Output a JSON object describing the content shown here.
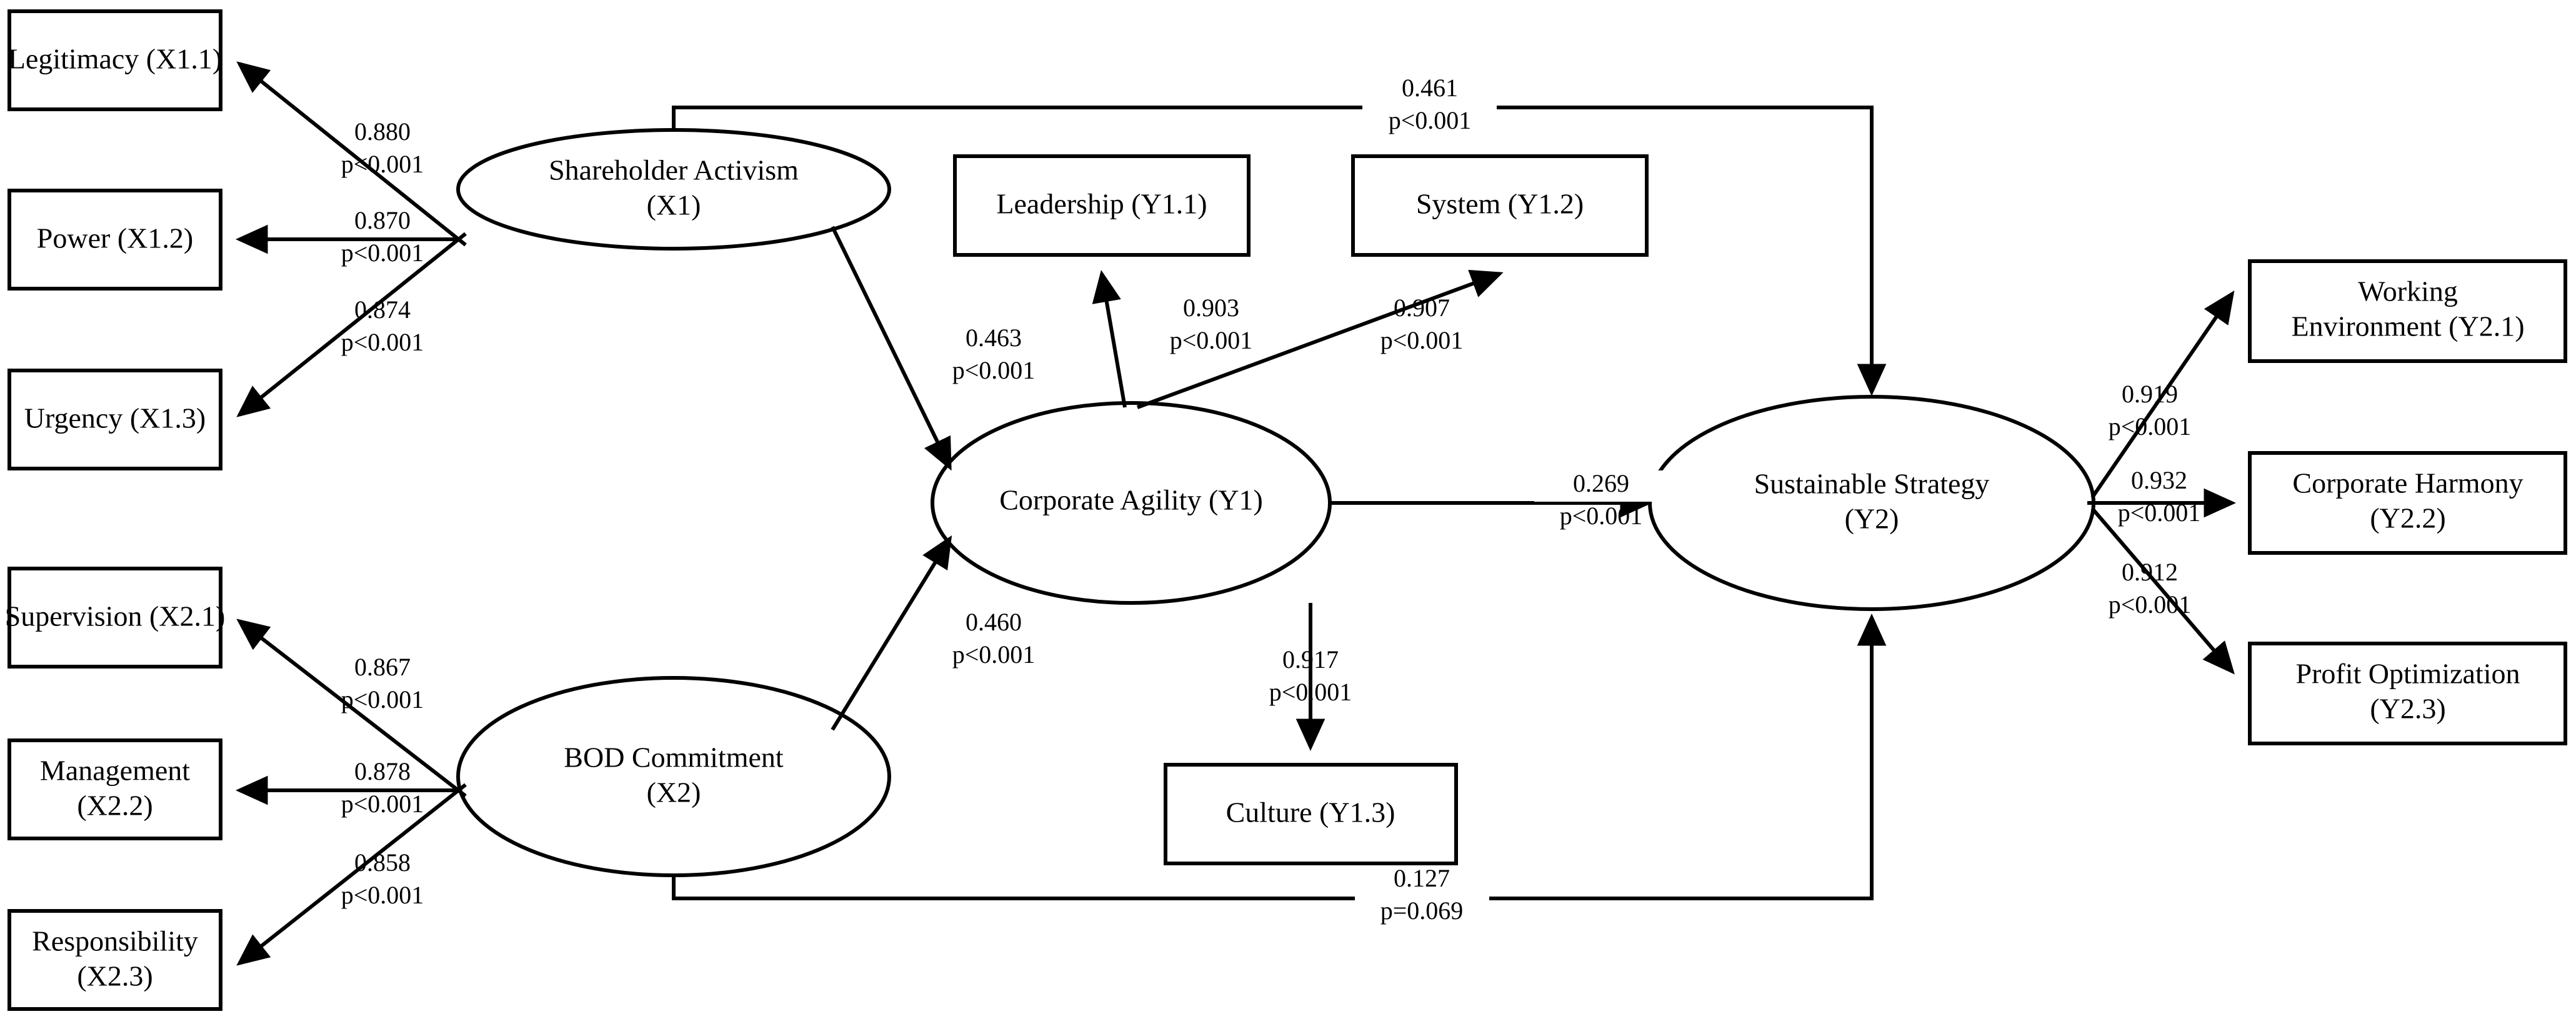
{
  "diagram": {
    "type": "sem-path-diagram",
    "title": "",
    "colors": {
      "stroke": "#000000",
      "fill": "#ffffff",
      "text": "#000000"
    },
    "latent_variables": [
      {
        "id": "X1",
        "label_line1": "Shareholder Activism",
        "label_line2": "(X1)"
      },
      {
        "id": "X2",
        "label_line1": "BOD Commitment",
        "label_line2": "(X2)"
      },
      {
        "id": "Y1",
        "label_line1": "Corporate Agility (Y1)",
        "label_line2": ""
      },
      {
        "id": "Y2",
        "label_line1": "Sustainable Strategy",
        "label_line2": "(Y2)"
      }
    ],
    "indicators": [
      {
        "id": "X1.1",
        "label_line1": "Legitimacy (X1.1)",
        "label_line2": ""
      },
      {
        "id": "X1.2",
        "label_line1": "Power (X1.2)",
        "label_line2": ""
      },
      {
        "id": "X1.3",
        "label_line1": "Urgency (X1.3)",
        "label_line2": ""
      },
      {
        "id": "X2.1",
        "label_line1": "Supervision (X2.1)",
        "label_line2": ""
      },
      {
        "id": "X2.2",
        "label_line1": "Management",
        "label_line2": "(X2.2)"
      },
      {
        "id": "X2.3",
        "label_line1": "Responsibility",
        "label_line2": "(X2.3)"
      },
      {
        "id": "Y1.1",
        "label_line1": "Leadership (Y1.1)",
        "label_line2": ""
      },
      {
        "id": "Y1.2",
        "label_line1": "System (Y1.2)",
        "label_line2": ""
      },
      {
        "id": "Y1.3",
        "label_line1": "Culture (Y1.3)",
        "label_line2": ""
      },
      {
        "id": "Y2.1",
        "label_line1": "Working",
        "label_line2": "Environment (Y2.1)"
      },
      {
        "id": "Y2.2",
        "label_line1": "Corporate Harmony",
        "label_line2": "(Y2.2)"
      },
      {
        "id": "Y2.3",
        "label_line1": "Profit Optimization",
        "label_line2": "(Y2.3)"
      }
    ],
    "paths": [
      {
        "id": "p_x1_x11",
        "from": "X1",
        "to": "X1.1",
        "coef": "0.880",
        "p": "p<0.001",
        "kind": "measurement"
      },
      {
        "id": "p_x1_x12",
        "from": "X1",
        "to": "X1.2",
        "coef": "0.870",
        "p": "p<0.001",
        "kind": "measurement"
      },
      {
        "id": "p_x1_x13",
        "from": "X1",
        "to": "X1.3",
        "coef": "0.874",
        "p": "p<0.001",
        "kind": "measurement"
      },
      {
        "id": "p_x2_x21",
        "from": "X2",
        "to": "X2.1",
        "coef": "0.867",
        "p": "p<0.001",
        "kind": "measurement"
      },
      {
        "id": "p_x2_x22",
        "from": "X2",
        "to": "X2.2",
        "coef": "0.878",
        "p": "p<0.001",
        "kind": "measurement"
      },
      {
        "id": "p_x2_x23",
        "from": "X2",
        "to": "X2.3",
        "coef": "0.858",
        "p": "p<0.001",
        "kind": "measurement"
      },
      {
        "id": "p_y1_y11",
        "from": "Y1",
        "to": "Y1.1",
        "coef": "0.903",
        "p": "p<0.001",
        "kind": "measurement"
      },
      {
        "id": "p_y1_y12",
        "from": "Y1",
        "to": "Y1.2",
        "coef": "0.907",
        "p": "p<0.001",
        "kind": "measurement"
      },
      {
        "id": "p_y1_y13",
        "from": "Y1",
        "to": "Y1.3",
        "coef": "0.917",
        "p": "p<0.001",
        "kind": "measurement"
      },
      {
        "id": "p_y2_y21",
        "from": "Y2",
        "to": "Y2.1",
        "coef": "0.919",
        "p": "p<0.001",
        "kind": "measurement"
      },
      {
        "id": "p_y2_y22",
        "from": "Y2",
        "to": "Y2.2",
        "coef": "0.932",
        "p": "p<0.001",
        "kind": "measurement"
      },
      {
        "id": "p_y2_y23",
        "from": "Y2",
        "to": "Y2.3",
        "coef": "0.912",
        "p": "p<0.001",
        "kind": "measurement"
      },
      {
        "id": "p_x1_y1",
        "from": "X1",
        "to": "Y1",
        "coef": "0.463",
        "p": "p<0.001",
        "kind": "structural"
      },
      {
        "id": "p_x2_y1",
        "from": "X2",
        "to": "Y1",
        "coef": "0.460",
        "p": "p<0.001",
        "kind": "structural"
      },
      {
        "id": "p_y1_y2",
        "from": "Y1",
        "to": "Y2",
        "coef": "0.269",
        "p": "p<0.001",
        "kind": "structural"
      },
      {
        "id": "p_x1_y2",
        "from": "X1",
        "to": "Y2",
        "coef": "0.461",
        "p": "p<0.001",
        "kind": "structural"
      },
      {
        "id": "p_x2_y2",
        "from": "X2",
        "to": "Y2",
        "coef": "0.127",
        "p": "p=0.069",
        "kind": "structural"
      }
    ]
  }
}
